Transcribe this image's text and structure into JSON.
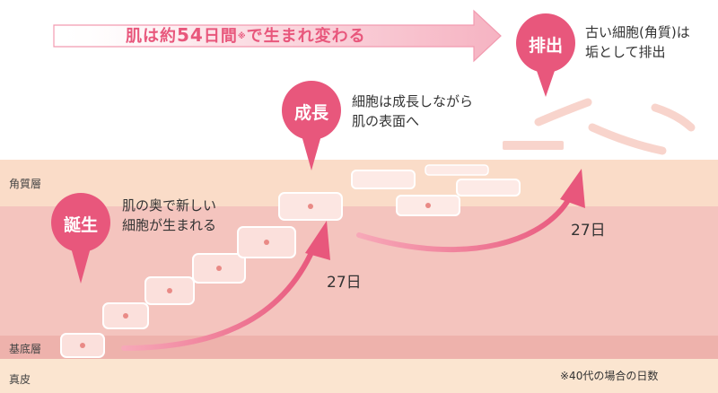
{
  "headline": {
    "text_before": "肌は約",
    "number": "54",
    "text_mid": "日間",
    "mark": "※",
    "text_after": "で生まれ変わる"
  },
  "layers": {
    "stratum_corneum": "角質層",
    "basal_layer": "基底層",
    "dermis": "真皮"
  },
  "stages": {
    "birth": {
      "label": "誕生",
      "desc_line1": "肌の奥で新しい",
      "desc_line2": "細胞が生まれる"
    },
    "growth": {
      "label": "成長",
      "desc_line1": "細胞は成長しながら",
      "desc_line2": "肌の表面へ"
    },
    "shedding": {
      "label": "排出",
      "desc_line1": "古い細胞(角質)は",
      "desc_line2": "垢として排出"
    }
  },
  "durations": {
    "first": "27日",
    "second": "27日"
  },
  "footnote": "※40代の場合の日数",
  "colors": {
    "accent": "#e8577c",
    "epidermis": "#f4c4be",
    "corneum": "#fadcc8",
    "basal": "#eeb2ac",
    "dermis": "#fbe5d0"
  }
}
